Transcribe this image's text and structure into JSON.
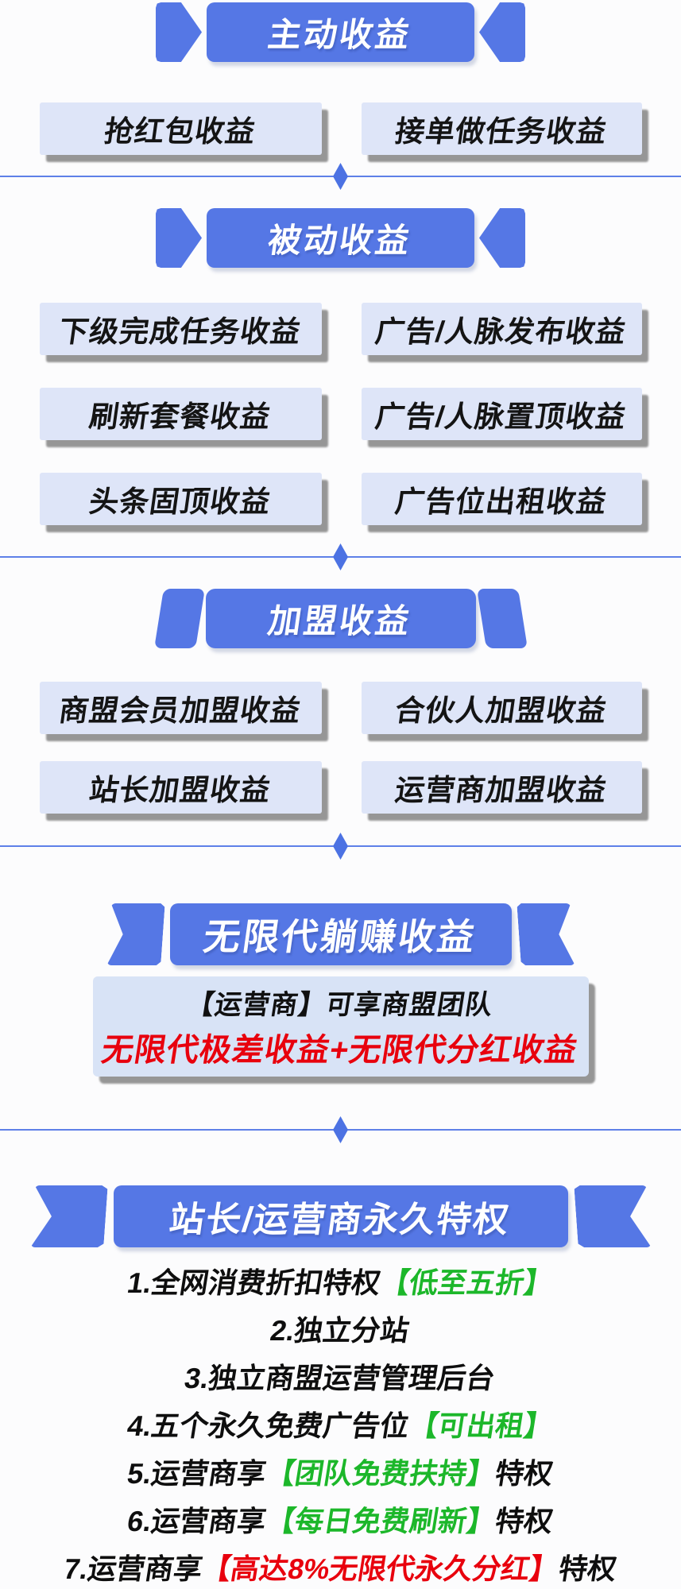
{
  "colors": {
    "banner_blue": "#5577e5",
    "divider_blue": "#5e80e8",
    "diamond_blue": "#4c72e3",
    "button_bg": "#dee5f8",
    "box_bg": "#d8e3f6",
    "shadow_gray": "#969696",
    "text_dark": "#141414",
    "highlight_red": "#e8000d",
    "highlight_green": "#1cb72a",
    "page_bg": "#fcfcfd"
  },
  "sections": [
    {
      "id": "active",
      "banner": {
        "label": "主动收益",
        "style": "arrow"
      },
      "buttons": [
        [
          "抢红包收益",
          "接单做任务收益"
        ]
      ]
    },
    {
      "id": "passive",
      "banner": {
        "label": "被动收益",
        "style": "arrow"
      },
      "buttons": [
        [
          "下级完成任务收益",
          "广告/人脉发布收益"
        ],
        [
          "刷新套餐收益",
          "广告/人脉置顶收益"
        ],
        [
          "头条固顶收益",
          "广告位出租收益"
        ]
      ]
    },
    {
      "id": "franchise",
      "banner": {
        "label": "加盟收益",
        "style": "slant"
      },
      "buttons": [
        [
          "商盟会员加盟收益",
          "合伙人加盟收益"
        ],
        [
          "站长加盟收益",
          "运营商加盟收益"
        ]
      ]
    },
    {
      "id": "unlimited",
      "banner": {
        "label": "无限代躺赚收益",
        "style": "ribbon"
      },
      "box": {
        "line1": "【运营商】可享商盟团队",
        "line2": "无限代极差收益+无限代分红收益"
      }
    },
    {
      "id": "privileges",
      "banner": {
        "label": "站长/运营商永久特权",
        "style": "ribbon-wide"
      },
      "items": [
        {
          "parts": [
            {
              "t": "1.全网消费折扣特权",
              "c": "dark"
            },
            {
              "t": "【低至五折】",
              "c": "green"
            }
          ]
        },
        {
          "parts": [
            {
              "t": "2.独立分站",
              "c": "dark"
            }
          ]
        },
        {
          "parts": [
            {
              "t": "3.独立商盟运营管理后台",
              "c": "dark"
            }
          ]
        },
        {
          "parts": [
            {
              "t": "4.五个永久免费广告位",
              "c": "dark"
            },
            {
              "t": "【可出租】",
              "c": "green"
            }
          ]
        },
        {
          "parts": [
            {
              "t": "5.运营商享",
              "c": "dark"
            },
            {
              "t": "【团队免费扶持】",
              "c": "green"
            },
            {
              "t": "特权",
              "c": "dark"
            }
          ]
        },
        {
          "parts": [
            {
              "t": "6.运营商享",
              "c": "dark"
            },
            {
              "t": "【每日免费刷新】",
              "c": "green"
            },
            {
              "t": "特权",
              "c": "dark"
            }
          ]
        },
        {
          "parts": [
            {
              "t": "7.运营商享",
              "c": "dark"
            },
            {
              "t": "【高达8%无限代永久分红】",
              "c": "red"
            },
            {
              "t": "特权",
              "c": "dark"
            }
          ]
        }
      ]
    }
  ]
}
